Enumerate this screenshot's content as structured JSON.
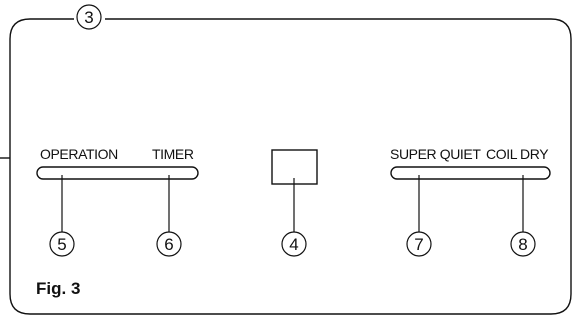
{
  "figure": {
    "caption": "Fig. 3",
    "panel_callout": "3",
    "lamp_labels": {
      "operation": "OPERATION",
      "timer": "TIMER",
      "super_quiet": "SUPER QUIET",
      "coil_dry": "COIL DRY"
    },
    "callouts": {
      "operation": "5",
      "timer": "6",
      "receiver": "4",
      "super_quiet": "7",
      "coil_dry": "8"
    }
  }
}
